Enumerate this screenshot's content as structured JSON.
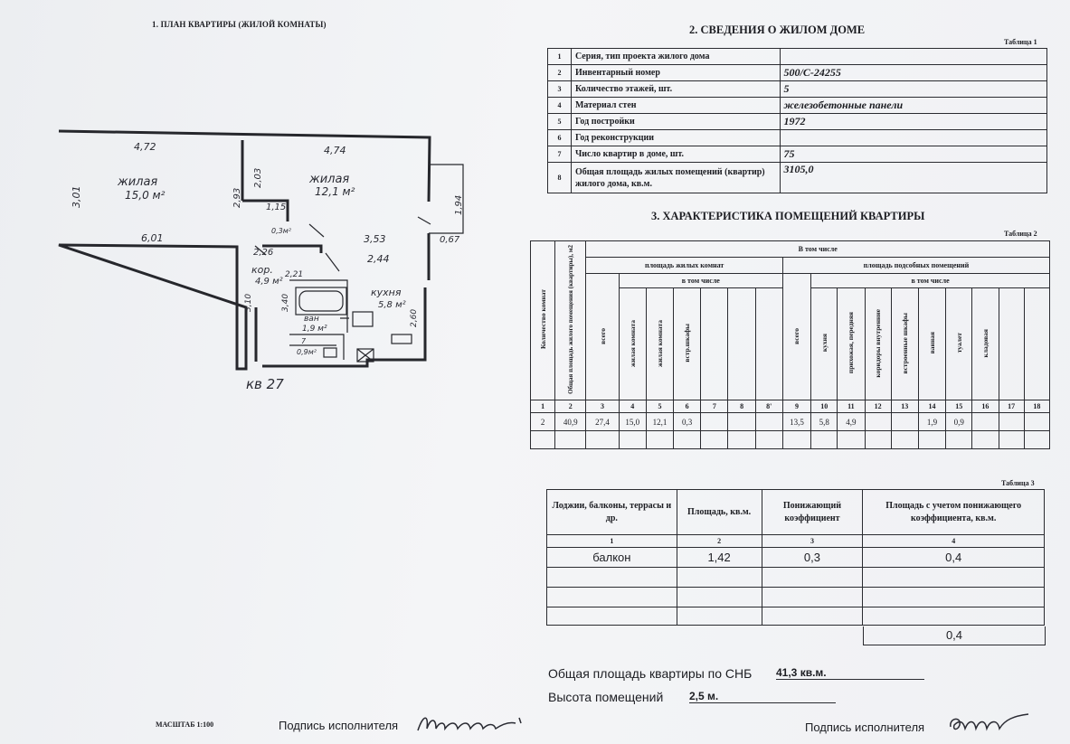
{
  "section1": {
    "title": "1. ПЛАН КВАРТИРЫ (ЖИЛОЙ КОМНАТЫ)"
  },
  "plan": {
    "room1_name": "жилая",
    "room1_area": "15,0 м²",
    "room2_name": "жилая",
    "room2_area": "12,1 м²",
    "corridor_name": "кор.",
    "corridor_area": "4,9 м²",
    "bath_name": "ван",
    "bath_area": "1,9 м²",
    "kitchen_name": "кухня",
    "kitchen_area": "5,8 м²",
    "wc_num": "7",
    "wc_area": "0,9м²",
    "closet_area": "0,3м²",
    "apt_label": "кв 27",
    "dims": [
      "4,72",
      "4,74",
      "3,01",
      "6,01",
      "2,93",
      "2,03",
      "1,15",
      "2,26",
      "3,53",
      "2,44",
      "1,94",
      "0,67",
      "2,21",
      "3,40",
      "3,10",
      "2,60"
    ]
  },
  "section2": {
    "title": "2. СВЕДЕНИЯ О ЖИЛОМ ДОМЕ",
    "table_caption": "Таблица 1",
    "rows": [
      {
        "n": "1",
        "label": "Серия, тип проекта жилого дома",
        "value": ""
      },
      {
        "n": "2",
        "label": "Инвентарный номер",
        "value": "500/С-24255"
      },
      {
        "n": "3",
        "label": "Количество этажей, шт.",
        "value": "5"
      },
      {
        "n": "4",
        "label": "Материал стен",
        "value": "железобетонные панели"
      },
      {
        "n": "5",
        "label": "Год постройки",
        "value": "1972"
      },
      {
        "n": "6",
        "label": "Год реконструкции",
        "value": ""
      },
      {
        "n": "7",
        "label": "Число квартир в доме, шт.",
        "value": "75"
      },
      {
        "n": "8",
        "label": "Общая площадь жилых помещений (квартир) жилого дома, кв.м.",
        "value": "3105,0"
      }
    ]
  },
  "section3": {
    "title": "3. ХАРАКТЕРИСТИКА ПОМЕЩЕНИЙ КВАРТИРЫ",
    "table_caption": "Таблица 2",
    "h_rooms_count": "Количество комнат",
    "h_total_area": "Общая площадь жилого помещения (квартиры), м2",
    "h_including": "В том числе",
    "h_living": "площадь жилых комнат",
    "h_aux": "площадь подсобных помещений",
    "h_inc_living": "в том числе",
    "h_inc_aux": "в том числе",
    "living_cols": [
      "всего",
      "жилая комната",
      "жилая комната",
      "встр.шкафы",
      "",
      "",
      ""
    ],
    "aux_cols": [
      "всего",
      "кухня",
      "прихожая, передняя",
      "коридоры внутренние",
      "встроенные шкафы",
      "ванная",
      "туалет",
      "кладовая",
      "",
      ""
    ],
    "col_numbers": [
      "1",
      "2",
      "3",
      "4",
      "5",
      "6",
      "7",
      "8",
      "8'",
      "9",
      "10",
      "11",
      "12",
      "13",
      "14",
      "15",
      "16",
      "17",
      "18"
    ],
    "values": [
      "2",
      "40,9",
      "27,4",
      "15,0",
      "12,1",
      "0,3",
      "",
      "",
      "",
      "13,5",
      "5,8",
      "4,9",
      "",
      "",
      "1,9",
      "0,9",
      "",
      "",
      ""
    ]
  },
  "table3": {
    "caption": "Таблица 3",
    "headers": [
      "Лоджии, балконы, террасы и др.",
      "Площадь, кв.м.",
      "Понижающий коэффициент",
      "Площадь с учетом понижающего коэффициента, кв.м."
    ],
    "col_numbers": [
      "1",
      "2",
      "3",
      "4"
    ],
    "rows": [
      [
        "балкон",
        "1,42",
        "0,3",
        "0,4"
      ],
      [
        "",
        "",
        "",
        ""
      ],
      [
        "",
        "",
        "",
        ""
      ],
      [
        "",
        "",
        "",
        ""
      ]
    ],
    "total": "0,4"
  },
  "summary": {
    "total_label": "Общая площадь квартиры по СНБ",
    "total_value": "41,3 кв.м.",
    "height_label": "Высота помещений",
    "height_value": "2,5 м."
  },
  "footer": {
    "scale": "МАСШТАБ 1:100",
    "signature_label_left": "Подпись исполнителя",
    "signature_label_right": "Подпись исполнителя"
  }
}
